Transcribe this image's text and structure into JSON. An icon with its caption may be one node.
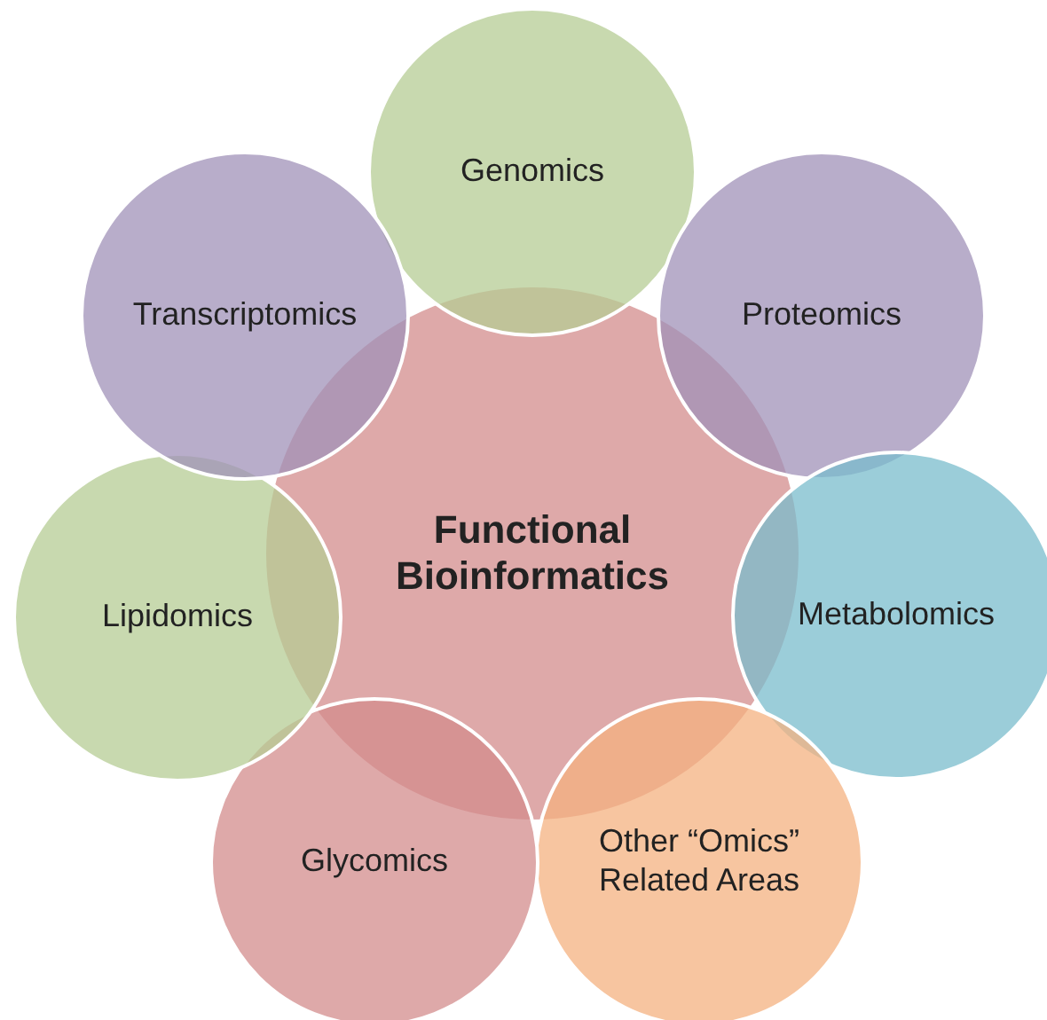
{
  "diagram": {
    "nodes": [
      {
        "text": [
          "Functional Bioinformatics"
        ]
      },
      {
        "text": [
          "Genomics"
        ]
      },
      {
        "text": [
          "Proteomics"
        ]
      },
      {
        "text": [
          "Metabolomics"
        ]
      },
      {
        "text": [
          "Other “Omics” Related Areas"
        ]
      },
      {
        "text": [
          "Glycomics"
        ]
      },
      {
        "text": [
          "Lipidomics"
        ]
      },
      {
        "text": [
          "Transcriptomics"
        ]
      }
    ]
  }
}
